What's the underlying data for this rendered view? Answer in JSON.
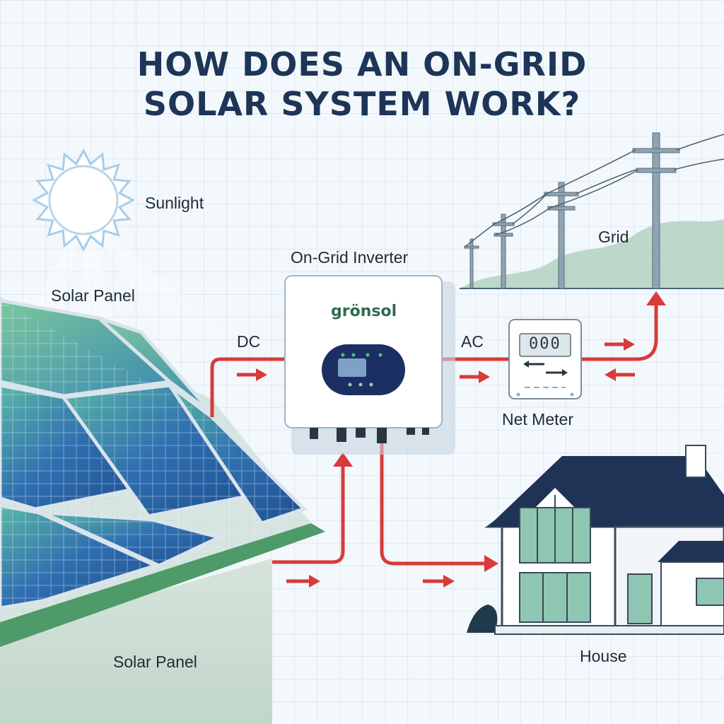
{
  "title": {
    "line1": "HOW DOES AN ON-GRID",
    "line2": "SOLAR SYSTEM WORK?"
  },
  "labels": {
    "sunlight": "Sunlight",
    "solar_panel_top": "Solar Panel",
    "solar_panel_bottom": "Solar Panel",
    "dc": "DC",
    "ac": "AC",
    "inverter": "On-Grid Inverter",
    "net_meter": "Net Meter",
    "grid": "Grid",
    "house": "House"
  },
  "inverter": {
    "brand": "grönsol"
  },
  "net_meter_display": "000",
  "colors": {
    "title": "#1d3557",
    "flow_line": "#d93a3a",
    "panel_blue": "#2f6fb0",
    "inverter_display": "#1b2f63",
    "hills": "#a9cdbb"
  },
  "icons": [
    "sun-icon",
    "solar-panel-icon",
    "inverter-icon",
    "net-meter-icon",
    "power-pole-icon",
    "house-icon",
    "arrow-icon"
  ]
}
